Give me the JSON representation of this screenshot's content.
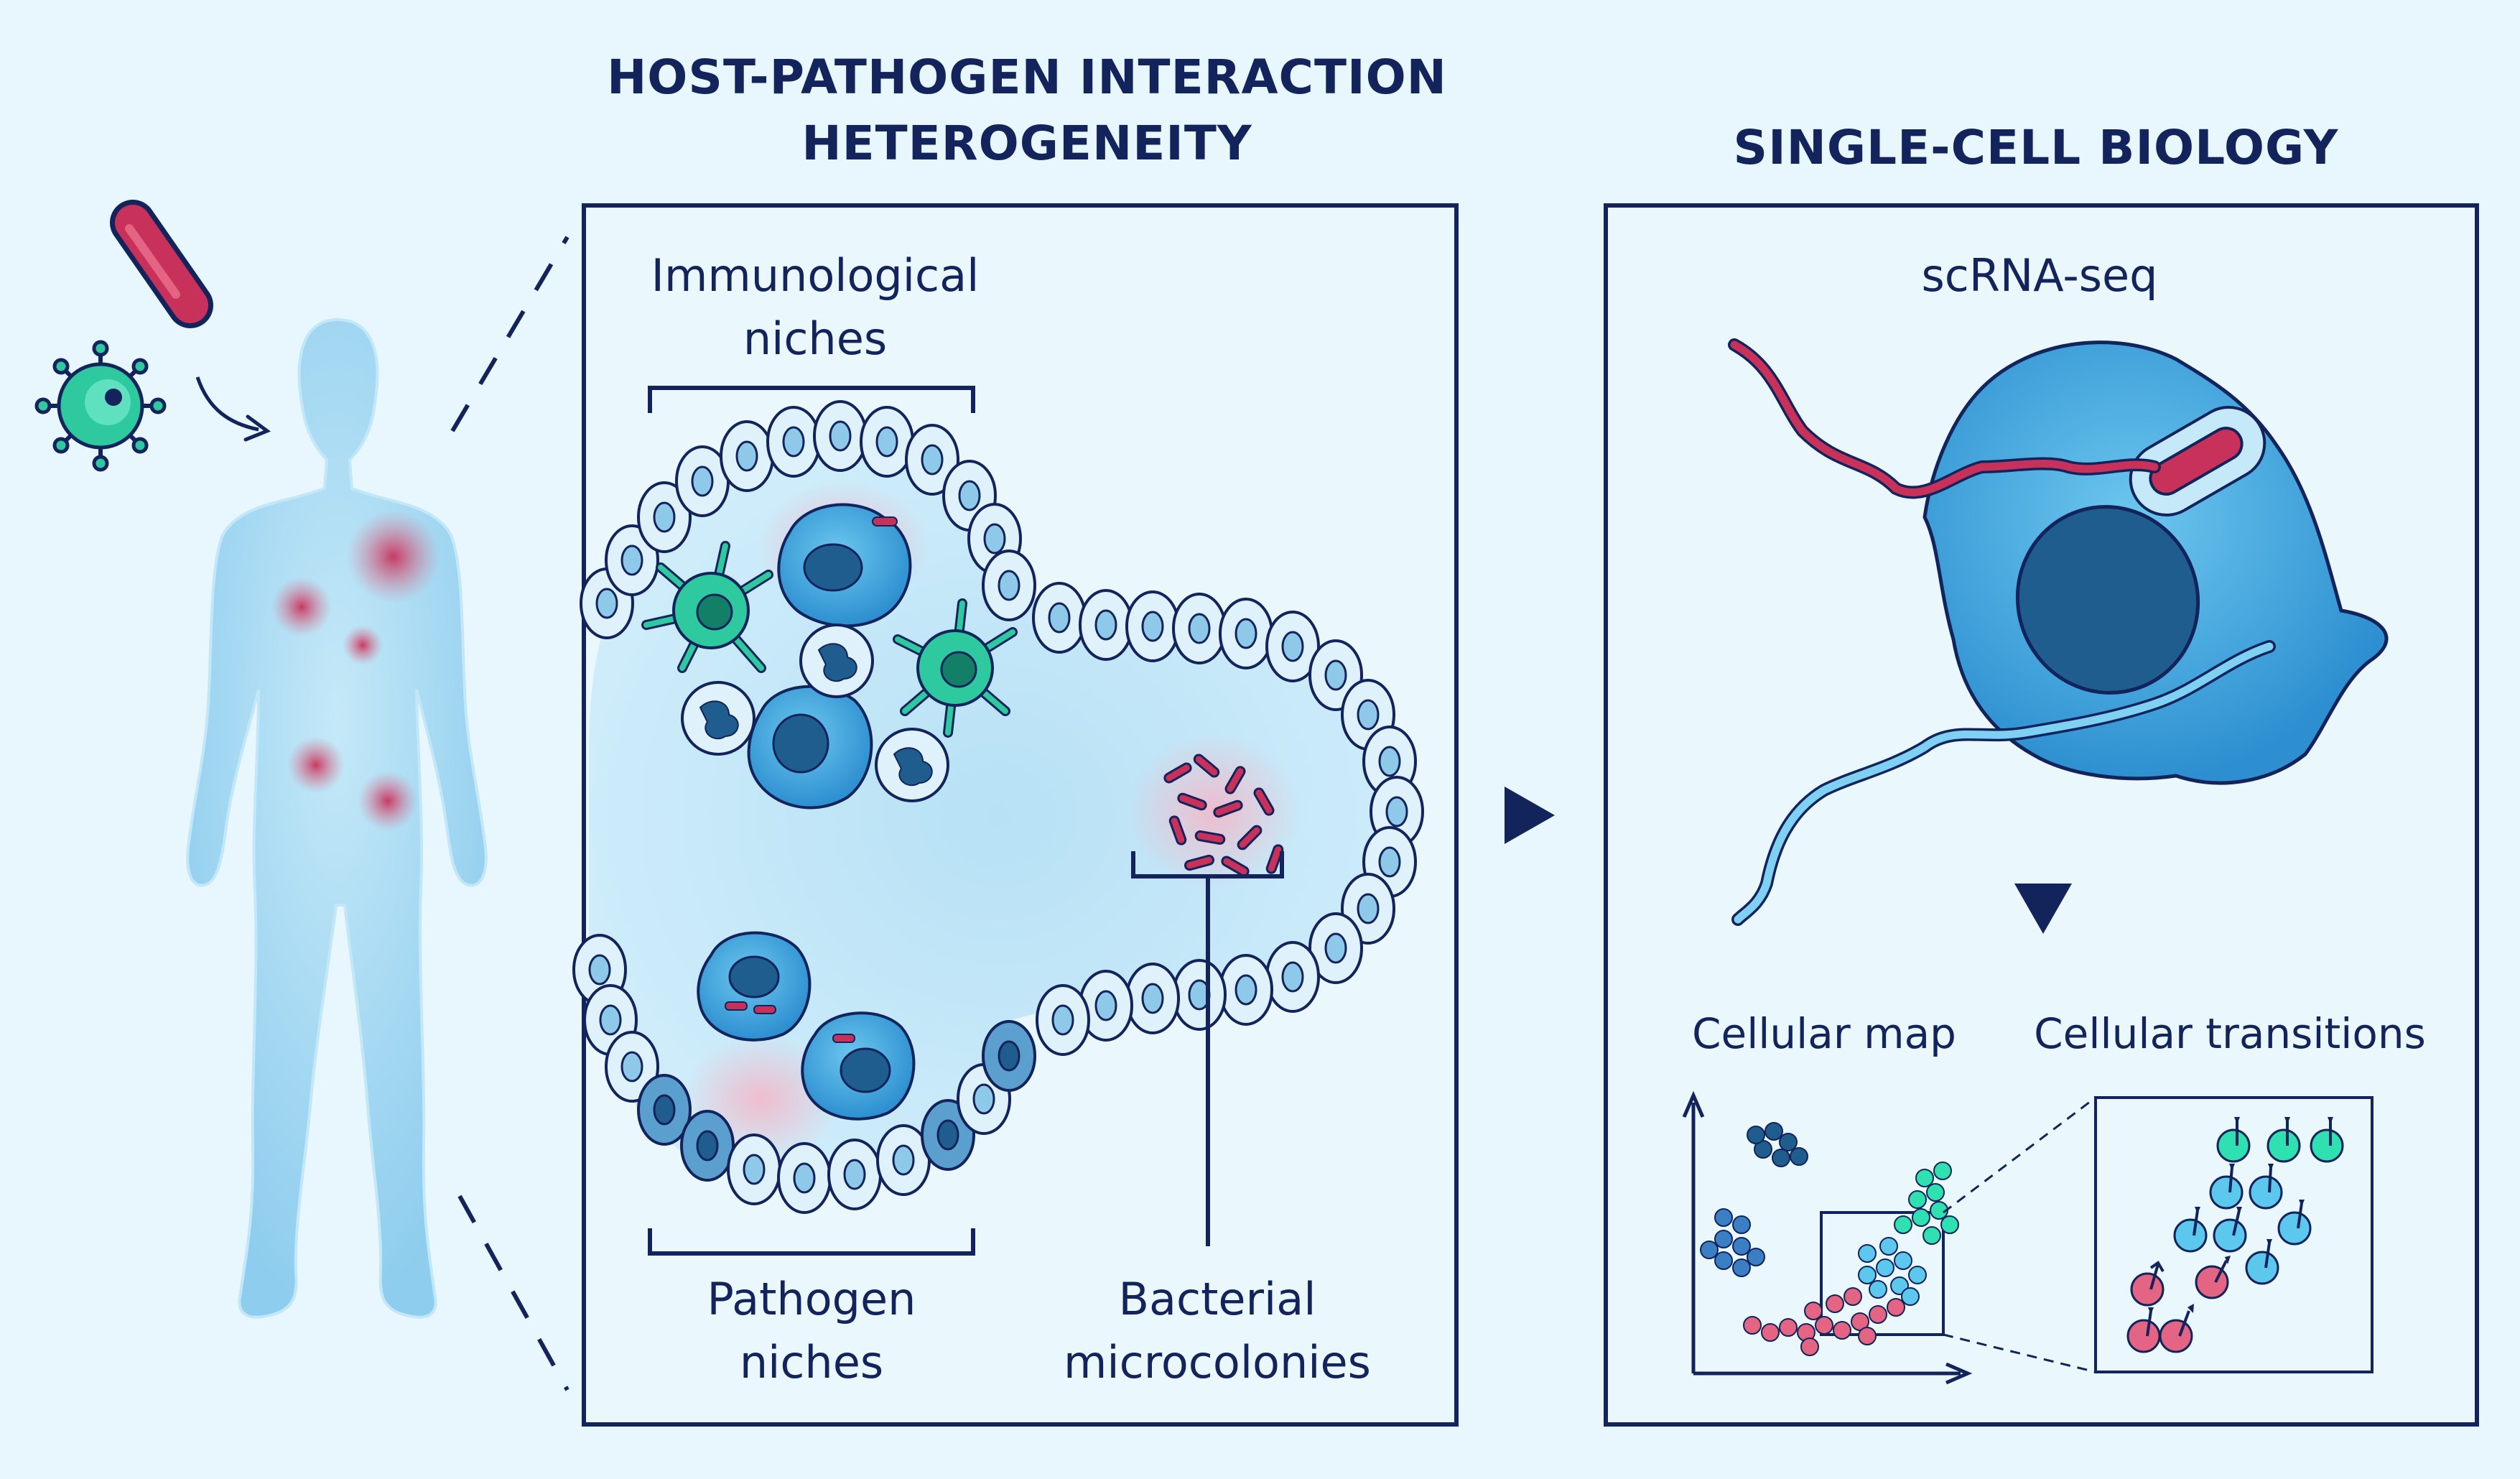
{
  "titles": {
    "host_pathogen_line1": "HOST-PATHOGEN INTERACTION",
    "host_pathogen_line2": "HETEROGENEITY",
    "single_cell": "SINGLE-CELL BIOLOGY"
  },
  "labels": {
    "immunological_line1": "Immunological",
    "immunological_line2": "niches",
    "pathogen_line1": "Pathogen",
    "pathogen_line2": "niches",
    "bacterial_line1": "Bacterial",
    "bacterial_line2": "microcolonies",
    "scrnaseq": "scRNA-seq",
    "cellular_map": "Cellular map",
    "cellular_transitions": "Cellular transitions"
  },
  "colors": {
    "navy": "#13235b",
    "body_blue": "#a9dcf3",
    "pathogen_red": "#c8325a",
    "virus_green": "#2fc9a0",
    "cell_blue": "#3aa6de",
    "dark_blue": "#1f5d8f"
  }
}
